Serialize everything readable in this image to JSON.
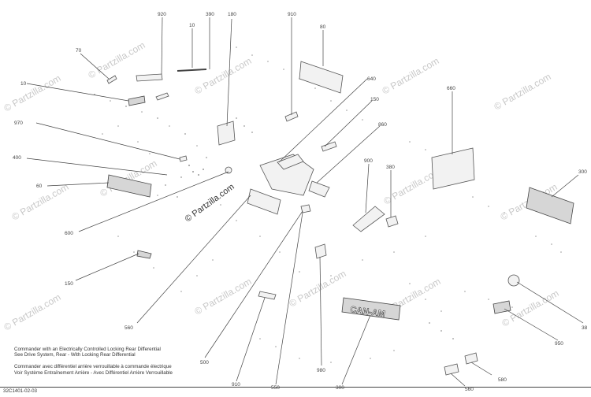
{
  "diagram": {
    "callouts": [
      "920",
      "10",
      "390",
      "180",
      "910",
      "80",
      "70",
      "10",
      "640",
      "150",
      "660",
      "970",
      "860",
      "400",
      "60",
      "900",
      "380",
      "300",
      "600",
      "150",
      "560",
      "38",
      "950",
      "500",
      "980",
      "300",
      "910",
      "550",
      "560",
      "580"
    ],
    "watermark_main": "© Partzilla.com",
    "watermark_repeat": "© Partzilla.com",
    "logo_text": "CAN-AM",
    "note_lines": [
      "Commander with an Electrically Controlled Locking Rear Differential",
      "See Drive System, Rear - With Locking Rear Differential",
      "",
      "Commander avec différentiel arrière verrouillable à commande électrique",
      "Voir Système Entraînement Arrière - Avec Différentiel Arrière Verrouillable"
    ],
    "ref_code": "32C1401-02-03"
  }
}
